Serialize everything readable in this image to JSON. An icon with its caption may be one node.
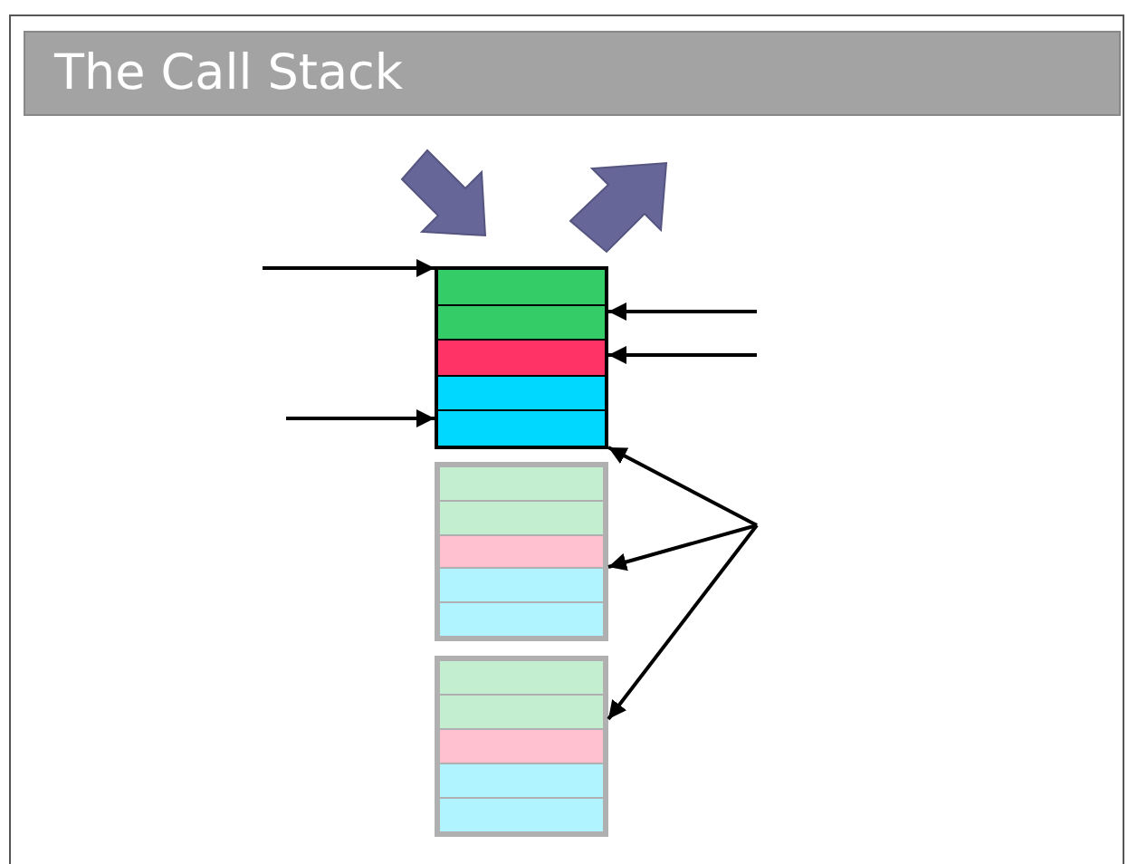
{
  "diagram": {
    "title": "The Call Stack",
    "nodes": [
      {
        "text": [],
        "shape": "box"
      },
      {
        "text": [],
        "shape": "box"
      },
      {
        "text": [],
        "shape": "box"
      }
    ],
    "edges": [
      {
        "from": null,
        "to": 0,
        "arrow": "to"
      },
      {
        "from": null,
        "to": 0,
        "arrow": "to"
      },
      {
        "from": null,
        "to": 0,
        "arrow": "to"
      },
      {
        "from": null,
        "to": 0,
        "arrow": "to"
      },
      {
        "from": null,
        "to": 0,
        "arrow": "to"
      },
      {
        "from": null,
        "to": 1,
        "arrow": "to"
      },
      {
        "from": null,
        "to": 2,
        "arrow": "to"
      }
    ]
  }
}
